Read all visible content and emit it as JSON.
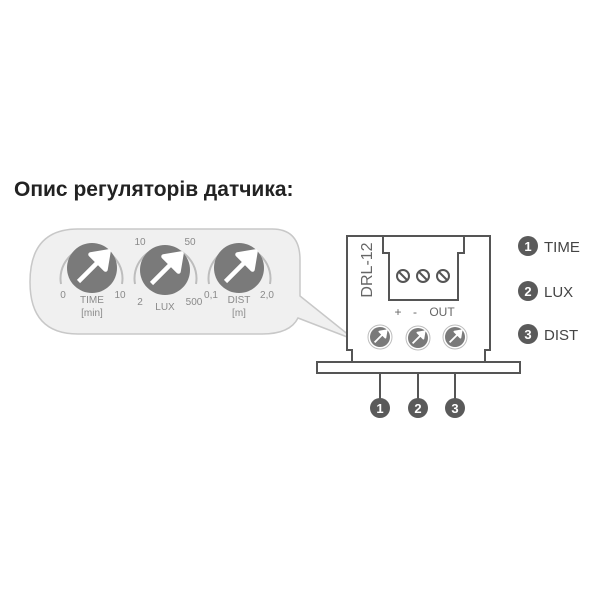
{
  "title": "Опис регуляторів датчика:",
  "device": {
    "model": "DRL-12",
    "terminal_labels": {
      "plus": "+",
      "minus": "-",
      "out": "OUT"
    },
    "colors": {
      "outline": "#555555",
      "knob": "#7a7a7a",
      "badge": "#5a5a5a"
    }
  },
  "knobs": [
    {
      "number": "1",
      "name": "TIME",
      "unit": "[min]",
      "min": "0",
      "max": "10",
      "top_left": "",
      "top_right": ""
    },
    {
      "number": "2",
      "name": "LUX",
      "unit": "",
      "min": "2",
      "max": "500",
      "top_left": "10",
      "top_right": "50"
    },
    {
      "number": "3",
      "name": "DIST",
      "unit": "[m]",
      "min": "0,1",
      "max": "2,0",
      "top_left": "",
      "top_right": ""
    }
  ],
  "legend": [
    {
      "number": "1",
      "label": "TIME"
    },
    {
      "number": "2",
      "label": "LUX"
    },
    {
      "number": "3",
      "label": "DIST"
    }
  ]
}
